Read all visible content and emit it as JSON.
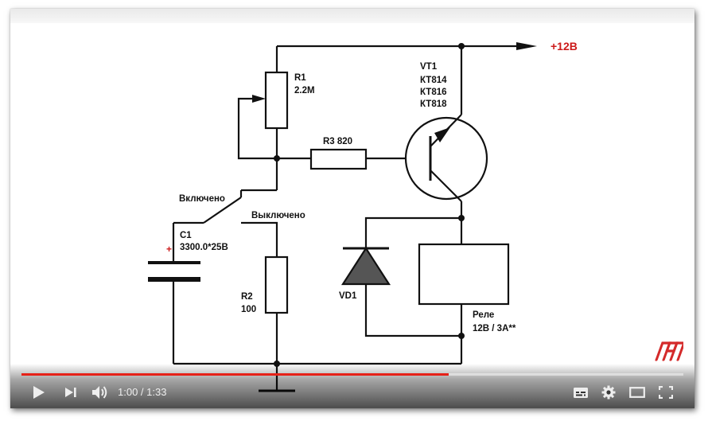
{
  "schematic": {
    "supply_label": "+12В",
    "transistor": {
      "name": "VT1",
      "parts": [
        "КТ814",
        "КТ816",
        "КТ818"
      ]
    },
    "r1": {
      "name": "R1",
      "value": "2.2M"
    },
    "r3": {
      "label": "R3 820"
    },
    "r2": {
      "name": "R2",
      "value": "100"
    },
    "c1": {
      "name": "C1",
      "value": "3300.0*25В",
      "polarity": "+"
    },
    "switch_on": "Включено",
    "switch_off": "Выключено",
    "diode": "VD1",
    "relay": {
      "name": "Реле",
      "rating": "12В / 3А**"
    }
  },
  "player": {
    "time": "1:00 / 1:33",
    "progress_fraction": 0.645,
    "progress_color": "#e62117",
    "icons": [
      "play-icon",
      "next-icon",
      "volume-icon",
      "subtitles-icon",
      "settings-icon",
      "theater-icon",
      "fullscreen-icon"
    ]
  },
  "colors": {
    "supply": "#cc1a1a",
    "logo": "#d42a2a"
  }
}
